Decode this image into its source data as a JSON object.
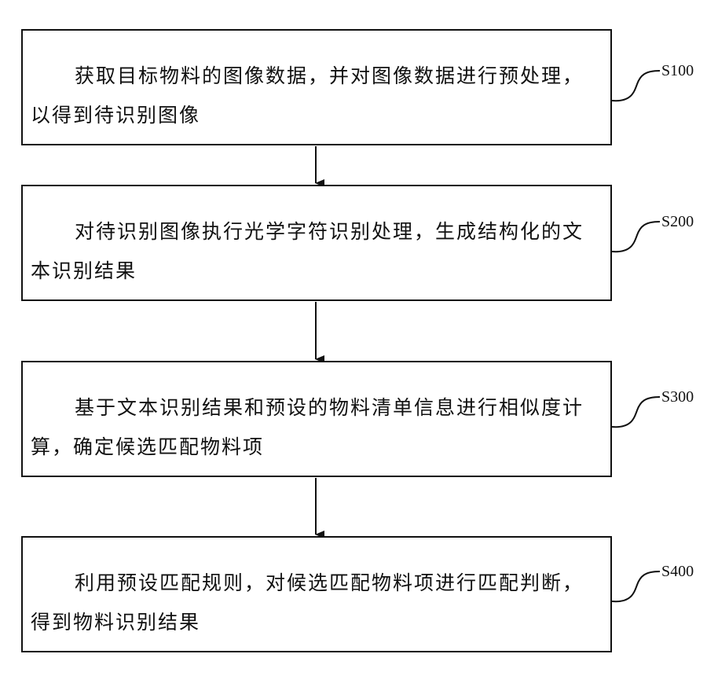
{
  "steps": [
    {
      "id": "S100",
      "label": "S100",
      "text": "获取目标物料的图像数据，并对图像数据进行预处理，以得到待识别图像"
    },
    {
      "id": "S200",
      "label": "S200",
      "text": "对待识别图像执行光学字符识别处理，生成结构化的文本识别结果"
    },
    {
      "id": "S300",
      "label": "S300",
      "text": "基于文本识别结果和预设的物料清单信息进行相似度计算，确定候选匹配物料项"
    },
    {
      "id": "S400",
      "label": "S400",
      "text": "利用预设匹配规则，对候选匹配物料项进行匹配判断，得到物料识别结果"
    }
  ]
}
